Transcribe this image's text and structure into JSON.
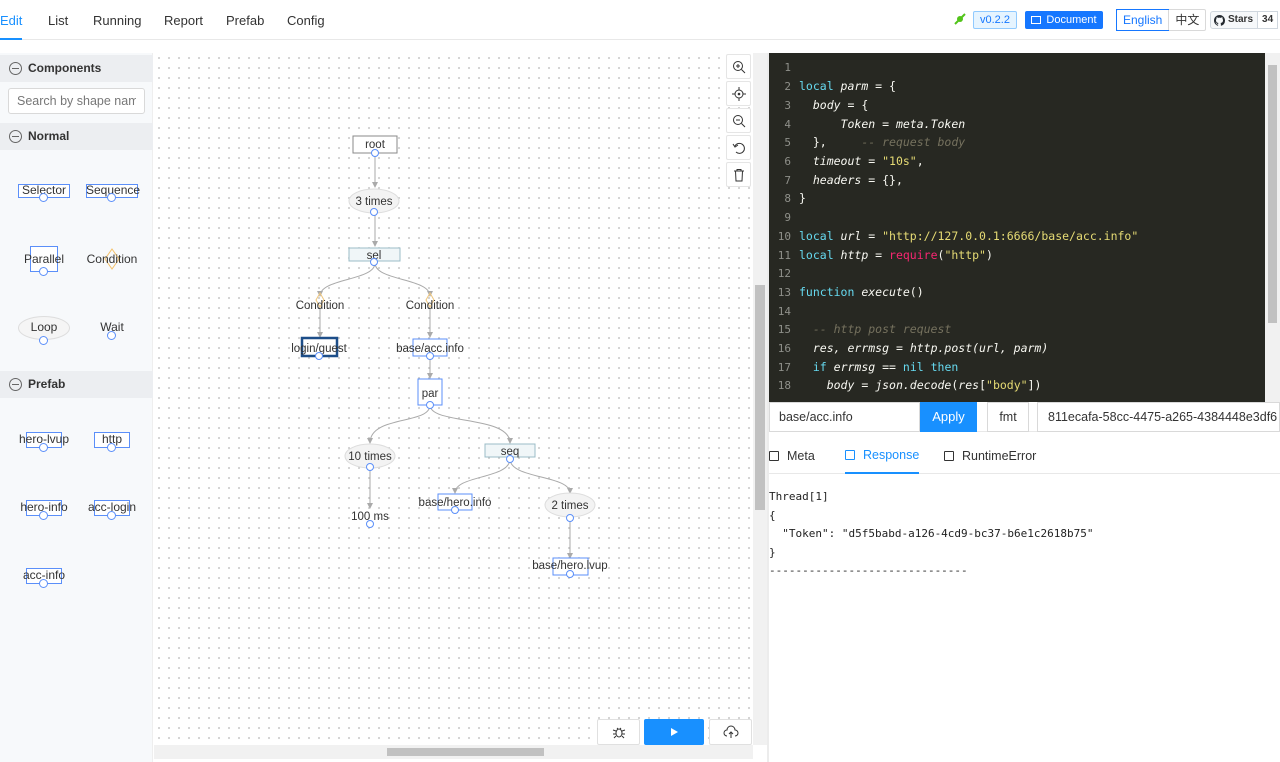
{
  "nav": {
    "tabs": [
      {
        "label": "Edit"
      },
      {
        "label": "List"
      },
      {
        "label": "Running"
      },
      {
        "label": "Report"
      },
      {
        "label": "Prefab"
      },
      {
        "label": "Config"
      }
    ],
    "version": "v0.2.2",
    "document_label": "Document",
    "lang_english": "English",
    "lang_chinese": "中文",
    "github_stars_label": "Stars",
    "github_stars_count": "34"
  },
  "palette": {
    "components_title": "Components",
    "search_placeholder": "Search by shape name",
    "normal_title": "Normal",
    "normal_items": [
      "Selector",
      "Sequence",
      "Parallel",
      "Condition",
      "Loop",
      "Wait"
    ],
    "prefab_title": "Prefab",
    "prefab_items": [
      "hero-lvup",
      "http",
      "hero-info",
      "acc-login",
      "acc-info"
    ]
  },
  "tree": {
    "nodes": {
      "root": "root",
      "loop3": "3 times",
      "sel": "sel",
      "cond1": "Condition",
      "cond2": "Condition",
      "login": "login/guest",
      "accinfo": "base/acc.info",
      "par": "par",
      "loop10": "10 times",
      "seq": "seq",
      "wait": "100 ms",
      "heroinfo": "base/hero.info",
      "loop2": "2 times",
      "herolvup": "base/hero.lvup"
    }
  },
  "editor": {
    "line_numbers": [
      "1",
      "2",
      "3",
      "4",
      "5",
      "6",
      "7",
      "8",
      "9",
      "10",
      "11",
      "12",
      "13",
      "14",
      "15",
      "16",
      "17",
      "18"
    ],
    "code": {
      "l2_local": "local ",
      "l2_var": "parm",
      "l2_rest": " = {",
      "l3_var": "body",
      "l3_rest": " = {",
      "l4_var": "Token",
      "l4_eq": " = ",
      "l4_val": "meta.Token",
      "l5_close": "},",
      "l5_cm": "-- request body",
      "l6_var": "timeout",
      "l6_eq": " = ",
      "l6_str": "\"10s\"",
      "l6_end": ",",
      "l7_var": "headers",
      "l7_rest": " = {},",
      "l8_close": "}",
      "l10_local": "local ",
      "l10_var": "url",
      "l10_eq": " = ",
      "l10_str": "\"http://127.0.0.1:6666/base/acc.info\"",
      "l11_local": "local ",
      "l11_var": "http",
      "l11_eq": " = ",
      "l11_req": "require",
      "l11_p1": "(",
      "l11_str": "\"http\"",
      "l11_p2": ")",
      "l13_fn": "function ",
      "l13_name": "execute",
      "l13_rest": "()",
      "l15_cm": "-- http post request",
      "l16_vars": "res, errmsg",
      "l16_eq": " = ",
      "l16_call": "http.post",
      "l16_args": "(url, parm)",
      "l17_if": "if ",
      "l17_var": "errmsg",
      "l17_op": " == ",
      "l17_nil": "nil",
      "l17_then": " then",
      "l18_var": "body",
      "l18_eq": " = ",
      "l18_call": "json.decode",
      "l18_p1": "(",
      "l18_arg": "res",
      "l18_b1": "[",
      "l18_str": "\"body\"",
      "l18_b2": "])"
    }
  },
  "apply_bar": {
    "path_value": "base/acc.info",
    "apply_label": "Apply",
    "fmt_label": "fmt",
    "uuid": "811ecafa-58cc-4475-a265-4384448e3df6"
  },
  "output": {
    "tabs": [
      "Meta",
      "Response",
      "RuntimeError"
    ],
    "lines": [
      "Thread[1]",
      "{",
      "  \"Token\": \"d5f5babd-a126-4cd9-bc37-b6e1c2618b75\"",
      "}",
      "------------------------------"
    ]
  },
  "colors": {
    "accent": "#1890ff",
    "editor_bg": "#272822",
    "node_border": "#5b8ff9"
  }
}
